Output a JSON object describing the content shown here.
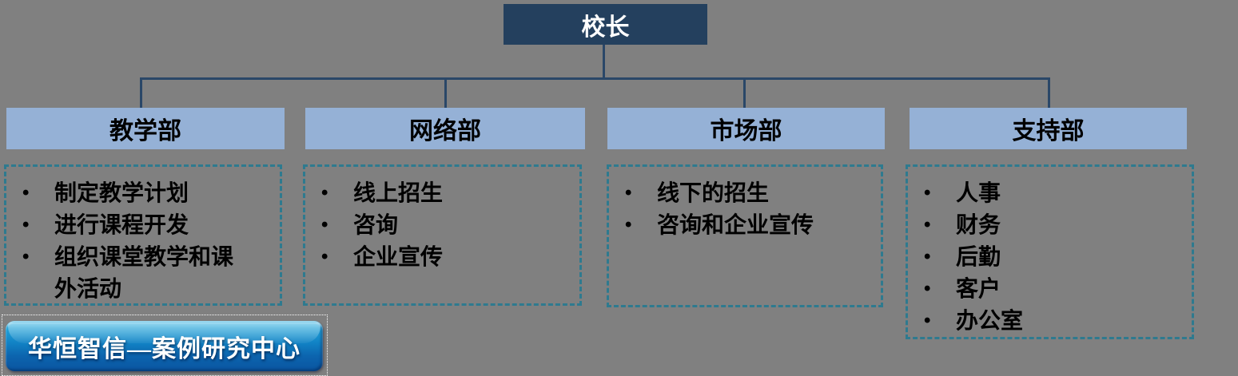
{
  "org_chart": {
    "type": "org-tree",
    "root": {
      "label": "校长"
    },
    "departments": [
      {
        "label": "教学部",
        "duties": [
          "制定教学计划",
          "进行课程开发",
          "组织课堂教学和课外活动"
        ]
      },
      {
        "label": "网络部",
        "duties": [
          "线上招生",
          "咨询",
          "企业宣传"
        ]
      },
      {
        "label": "市场部",
        "duties": [
          "线下的招生",
          "咨询和企业宣传"
        ]
      },
      {
        "label": "支持部",
        "duties": [
          "人事",
          "财务",
          "后勤",
          "客户",
          "办公室"
        ]
      }
    ],
    "bullet_glyph": "•"
  },
  "footer": {
    "brand": "华恒智信—案例研究中心"
  },
  "colors": {
    "background": "#808080",
    "root_fill": "#24405E",
    "root_text": "#FFFFFF",
    "dept_fill": "#95B1D6",
    "dept_text": "#000000",
    "connector": "#2A4768",
    "dashed_border": "#2E7A8F",
    "logo_blue_top": "#49BCE6",
    "logo_blue_bottom": "#0A55A0",
    "logo_text": "#FFFFFF"
  }
}
